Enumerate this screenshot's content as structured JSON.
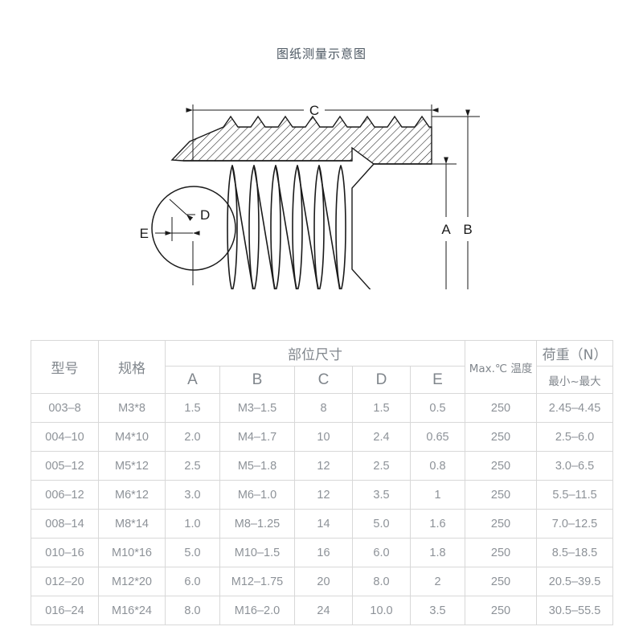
{
  "diagram": {
    "title": "图纸测量示意图",
    "type": "ball-plunger-cross-section",
    "dimension_labels": {
      "A": "A",
      "B": "B",
      "C": "C",
      "D": "D",
      "E": "E"
    }
  },
  "table": {
    "header_row1": {
      "model": "型号",
      "spec": "规格",
      "dimensions_group": "部位尺寸",
      "temperature": "Max.℃ 温度",
      "load_group": "荷重（N）"
    },
    "header_row2": {
      "a": "A",
      "b": "B",
      "c": "C",
      "d": "D",
      "e": "E",
      "load_range": "最小~最大"
    },
    "columns": [
      "型号",
      "规格",
      "A",
      "B",
      "C",
      "D",
      "E",
      "Max.℃ 温度",
      "最小~最大"
    ],
    "rows": [
      {
        "model": "003–8",
        "spec": "M3*8",
        "a": "1.5",
        "b": "M3–1.5",
        "c": "8",
        "d": "1.5",
        "e": "0.5",
        "temp": "250",
        "load": "2.45–4.45"
      },
      {
        "model": "004–10",
        "spec": "M4*10",
        "a": "2.0",
        "b": "M4–1.7",
        "c": "10",
        "d": "2.4",
        "e": "0.65",
        "temp": "250",
        "load": "2.5–6.0"
      },
      {
        "model": "005–12",
        "spec": "M5*12",
        "a": "2.5",
        "b": "M5–1.8",
        "c": "12",
        "d": "2.5",
        "e": "0.8",
        "temp": "250",
        "load": "3.0–6.5"
      },
      {
        "model": "006–12",
        "spec": "M6*12",
        "a": "3.0",
        "b": "M6–1.0",
        "c": "12",
        "d": "3.5",
        "e": "1",
        "temp": "250",
        "load": "5.5–11.5"
      },
      {
        "model": "008–14",
        "spec": "M8*14",
        "a": "1.0",
        "b": "M8–1.25",
        "c": "14",
        "d": "5.0",
        "e": "1.6",
        "temp": "250",
        "load": "7.0–12.5"
      },
      {
        "model": "010–16",
        "spec": "M10*16",
        "a": "5.0",
        "b": "M10–1.5",
        "c": "16",
        "d": "6.0",
        "e": "1.8",
        "temp": "250",
        "load": "8.5–18.5"
      },
      {
        "model": "012–20",
        "spec": "M12*20",
        "a": "6.0",
        "b": "M12–1.75",
        "c": "20",
        "d": "8.0",
        "e": "2",
        "temp": "250",
        "load": "20.5–39.5"
      },
      {
        "model": "016–24",
        "spec": "M16*24",
        "a": "8.0",
        "b": "M16–2.0",
        "c": "24",
        "d": "10.0",
        "e": "3.5",
        "temp": "250",
        "load": "30.5–55.5"
      }
    ]
  },
  "colors": {
    "border": "#d8d8d8",
    "text": "#8d9298",
    "header_text": "#80868c",
    "drawing_line": "#1a1a1a",
    "background": "#ffffff"
  }
}
